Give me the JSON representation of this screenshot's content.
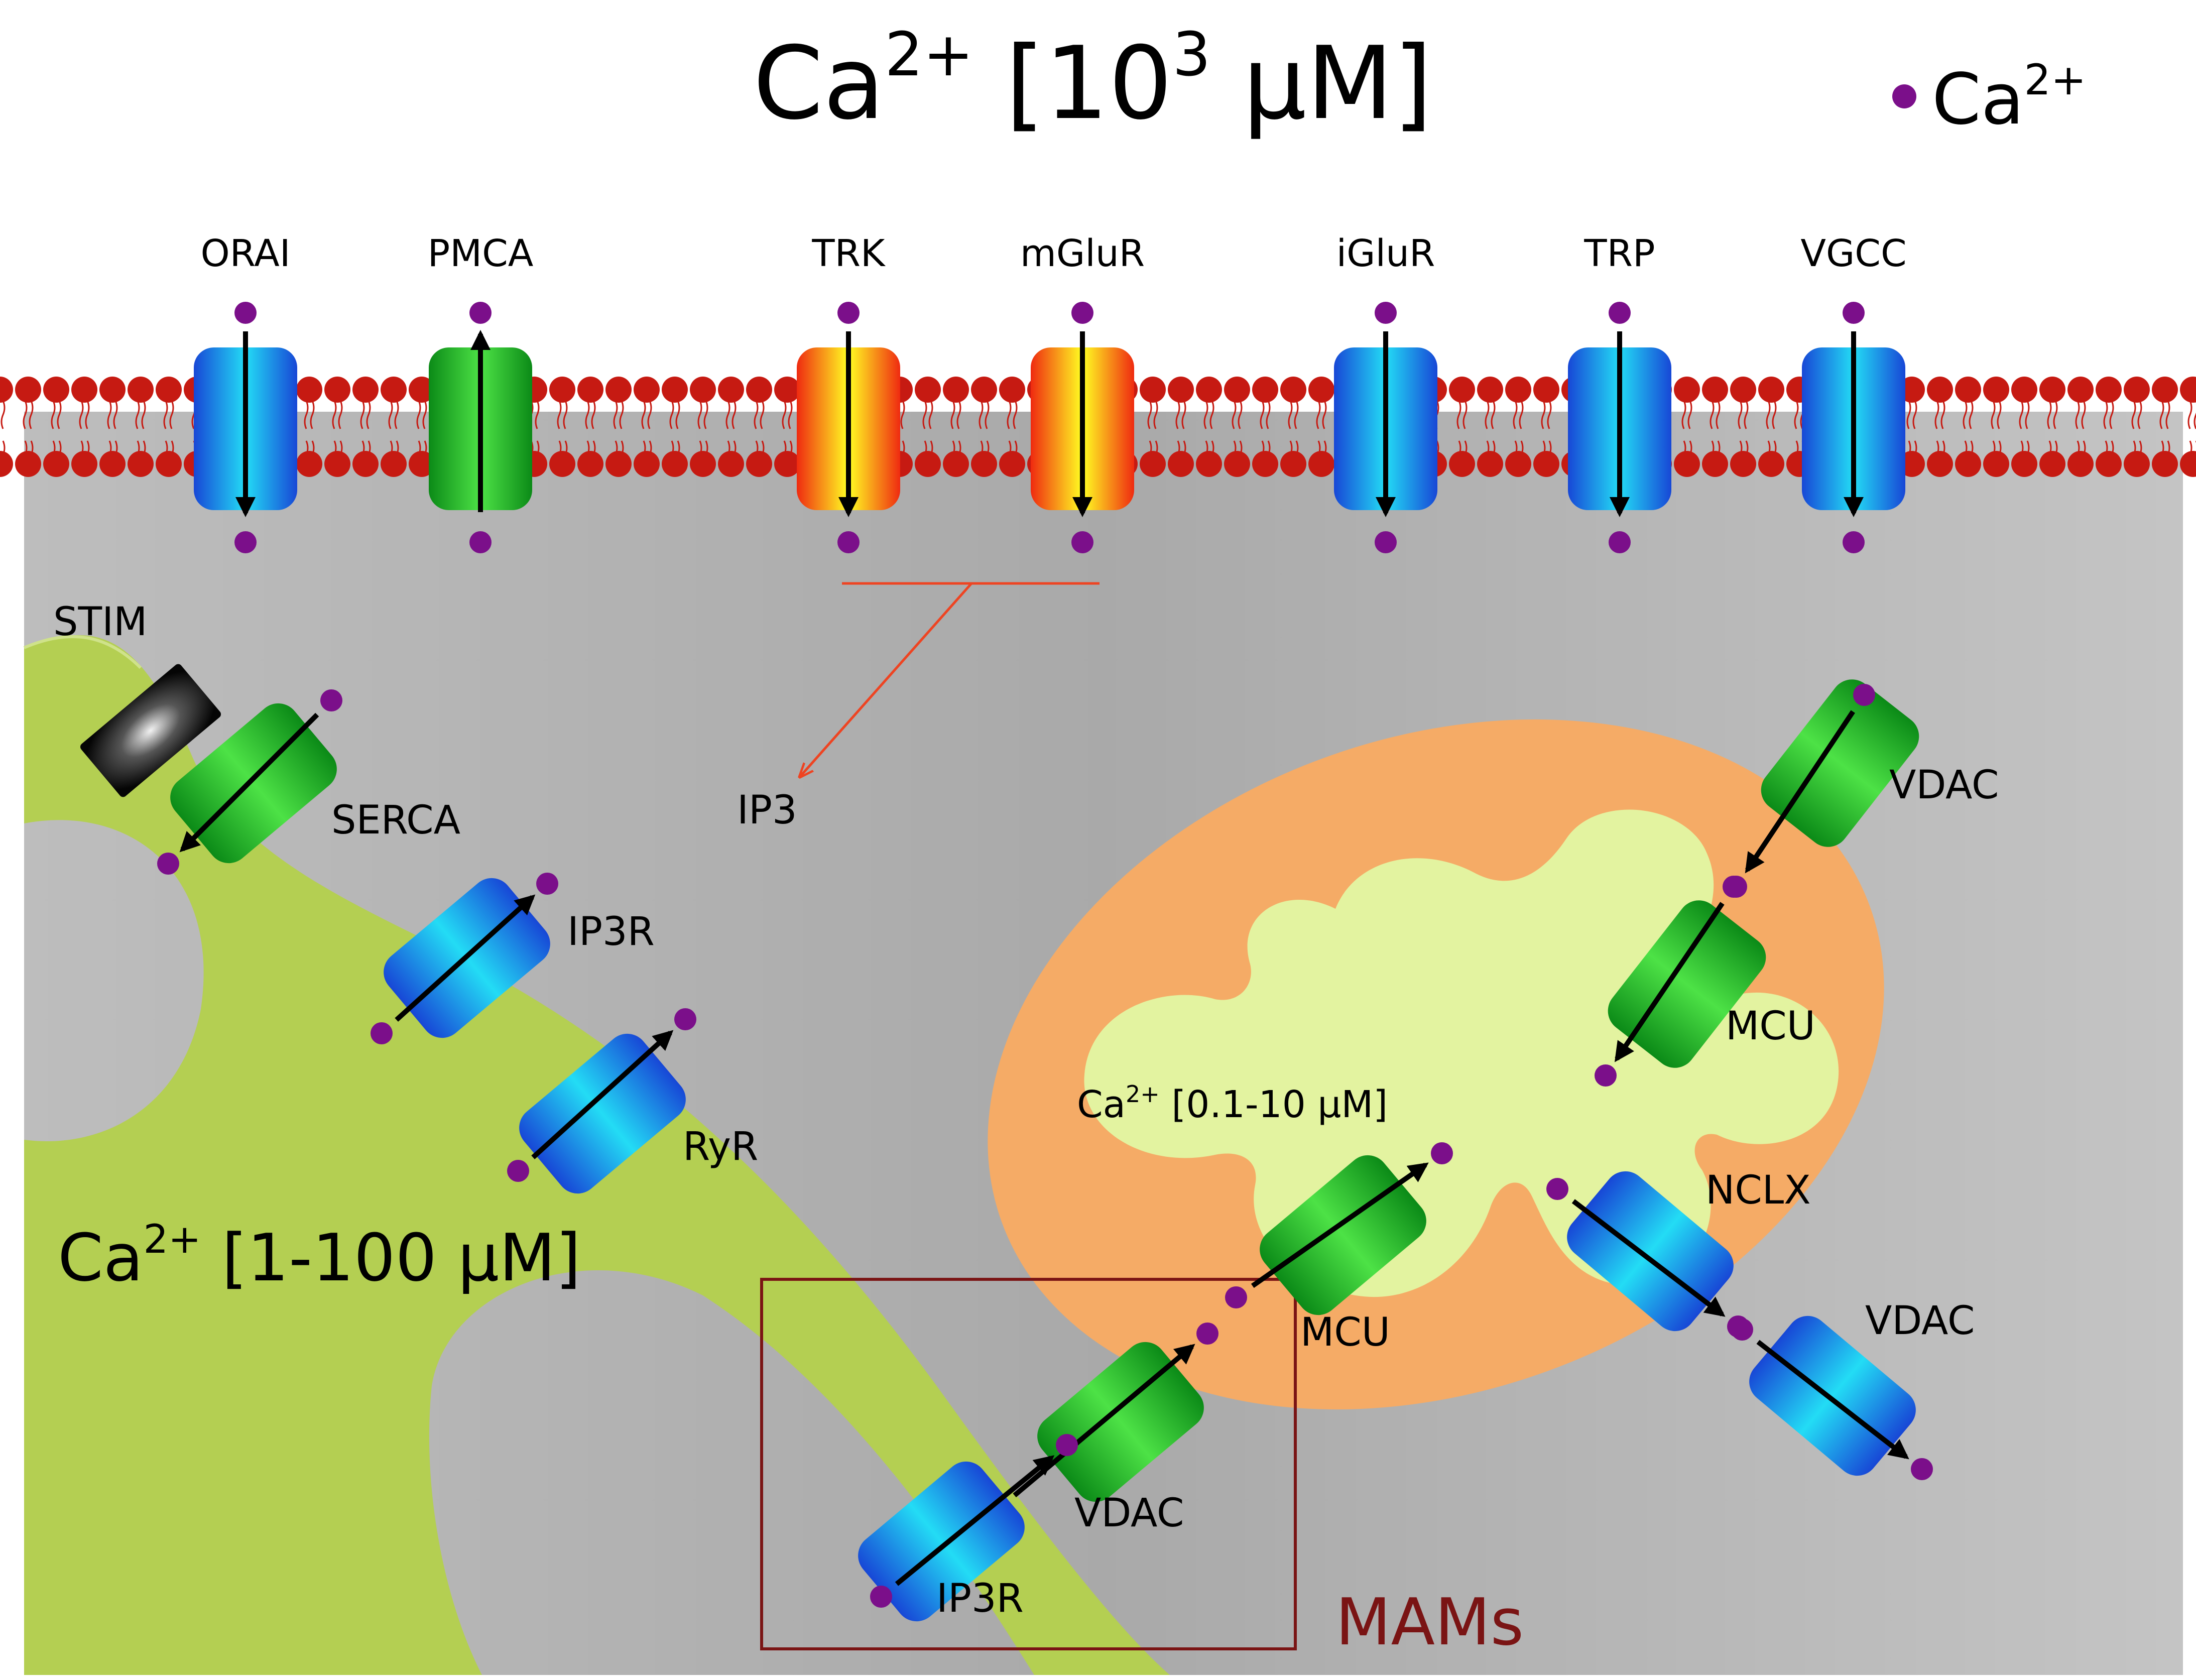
{
  "title": {
    "base": "Ca",
    "sup": "2+",
    "rest": " [10",
    "exp": "3",
    "unit": " µM]"
  },
  "legend": {
    "base": "Ca",
    "sup": "2+",
    "dot_color": "#7b0f8a"
  },
  "channels": [
    {
      "id": "orai",
      "label": "ORAI",
      "kind": "blue",
      "dir": "in"
    },
    {
      "id": "pmca",
      "label": "PMCA",
      "kind": "green",
      "dir": "out"
    },
    {
      "id": "trk",
      "label": "TRK",
      "kind": "orange",
      "dir": "in"
    },
    {
      "id": "mglur",
      "label": "mGluR",
      "kind": "orange",
      "dir": "in"
    },
    {
      "id": "iglur",
      "label": "iGluR",
      "kind": "blue",
      "dir": "in"
    },
    {
      "id": "trp",
      "label": "TRP",
      "kind": "blue",
      "dir": "in"
    },
    {
      "id": "vgcc",
      "label": "VGCC",
      "kind": "blue",
      "dir": "in"
    }
  ],
  "labels": {
    "stim": "STIM",
    "serca": "SERCA",
    "ip3r_er": "IP3R",
    "ryr": "RyR",
    "ip3": "IP3",
    "vdac_top": "VDAC",
    "mcu_top": "MCU",
    "nclx": "NCLX",
    "vdac_right": "VDAC",
    "mcu_mid": "MCU",
    "vdac_mam": "VDAC",
    "ip3r_mam": "IP3R",
    "mams": "MAMs"
  },
  "er_ca": {
    "base": "Ca",
    "sup": "2+",
    "rest": " [1-100 µM]"
  },
  "mito_ca": {
    "base": "Ca",
    "sup": "2+",
    "rest": " [0.1-10 µM]"
  },
  "colors": {
    "calcium": "#7b0f8a",
    "lipid_head": "#c61a12",
    "er": "#b4cf52",
    "mito_outer": "#f5ab66",
    "mito_inner": "#e3f3a0",
    "cytoplasm": "#b3b3b3",
    "mams_box": "#7a1414",
    "ip3_line": "#ee4422"
  }
}
